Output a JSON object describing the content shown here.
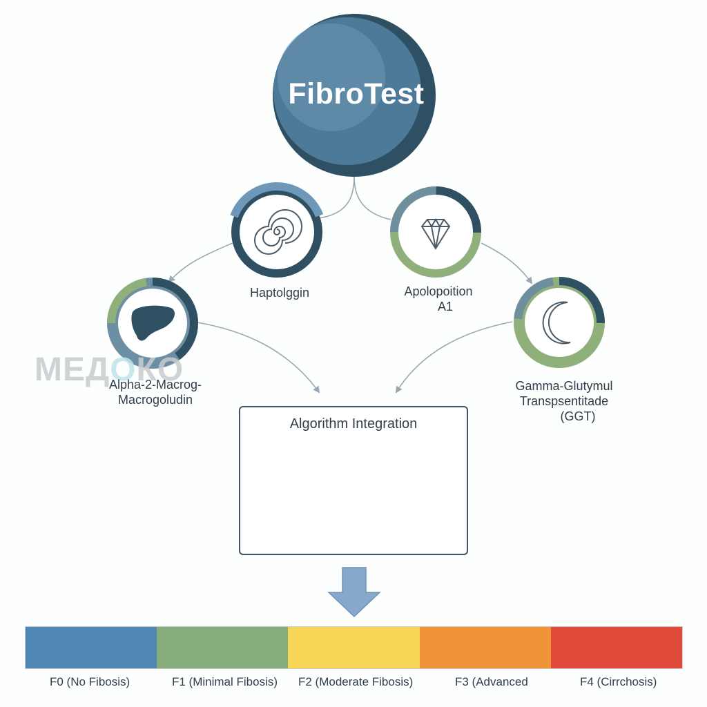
{
  "title": "FibroTest",
  "watermark": {
    "text_a": "МЕД",
    "text_o": "О",
    "text_b": "КО"
  },
  "markers": [
    {
      "name": "Haptolggin",
      "icon": "spiral-icon"
    },
    {
      "name": "Apolopoition",
      "name_line2": "A1",
      "icon": "diamond-icon"
    },
    {
      "name": "Alpha-2-Macrog-",
      "name_line2": "Macrogoludin",
      "icon": "liver-icon"
    },
    {
      "name": "Gamma-Glutymul",
      "name_line2": "Transpsentitade",
      "name_line3": "(GGT)",
      "icon": "crescent-moon-icon"
    }
  ],
  "algorithm": {
    "title": "Algorithm Integration"
  },
  "stages": [
    {
      "label": "F0 (No Fibosis)",
      "color": "#4f86b4"
    },
    {
      "label": "F1 (Minimal Fibosis)",
      "color": "#88ad7c"
    },
    {
      "label": "F2 (Moderate Fibosis)",
      "color": "#f7d557"
    },
    {
      "label": "F3 (Advanced",
      "color": "#ef9439"
    },
    {
      "label": "F4 (Cirrchosis)",
      "color": "#df4a3b"
    }
  ],
  "colors": {
    "dark_slate": "#2f4f63",
    "slate_blue": "#5f88a6",
    "sage_green": "#8fb07a",
    "arrow_gray": "#9aa8b3",
    "down_arrow": "#86a9cb"
  }
}
